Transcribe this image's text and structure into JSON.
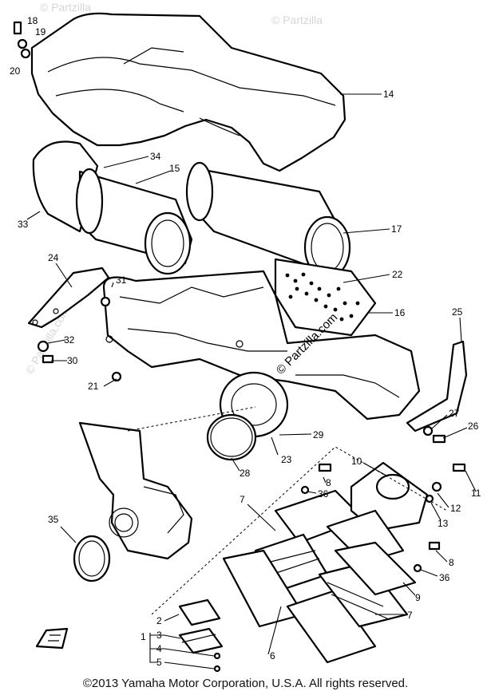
{
  "watermark": {
    "top_left": "© Partzilla",
    "top_right": "© Partzilla",
    "left_side": "© Partzilla.com",
    "center": "© Partzilla.com"
  },
  "callouts": [
    "18",
    "19",
    "20",
    "14",
    "34",
    "15",
    "33",
    "17",
    "24",
    "31",
    "22",
    "25",
    "16",
    "32",
    "30",
    "21",
    "27",
    "26",
    "29",
    "23",
    "28",
    "10",
    "8",
    "36",
    "11",
    "12",
    "13",
    "7",
    "35",
    "8",
    "36",
    "9",
    "7",
    "2",
    "3",
    "1",
    "4",
    "5",
    "6"
  ],
  "copyright": "©2013  Yamaha Motor Corporation, U.S.A. All rights reserved."
}
